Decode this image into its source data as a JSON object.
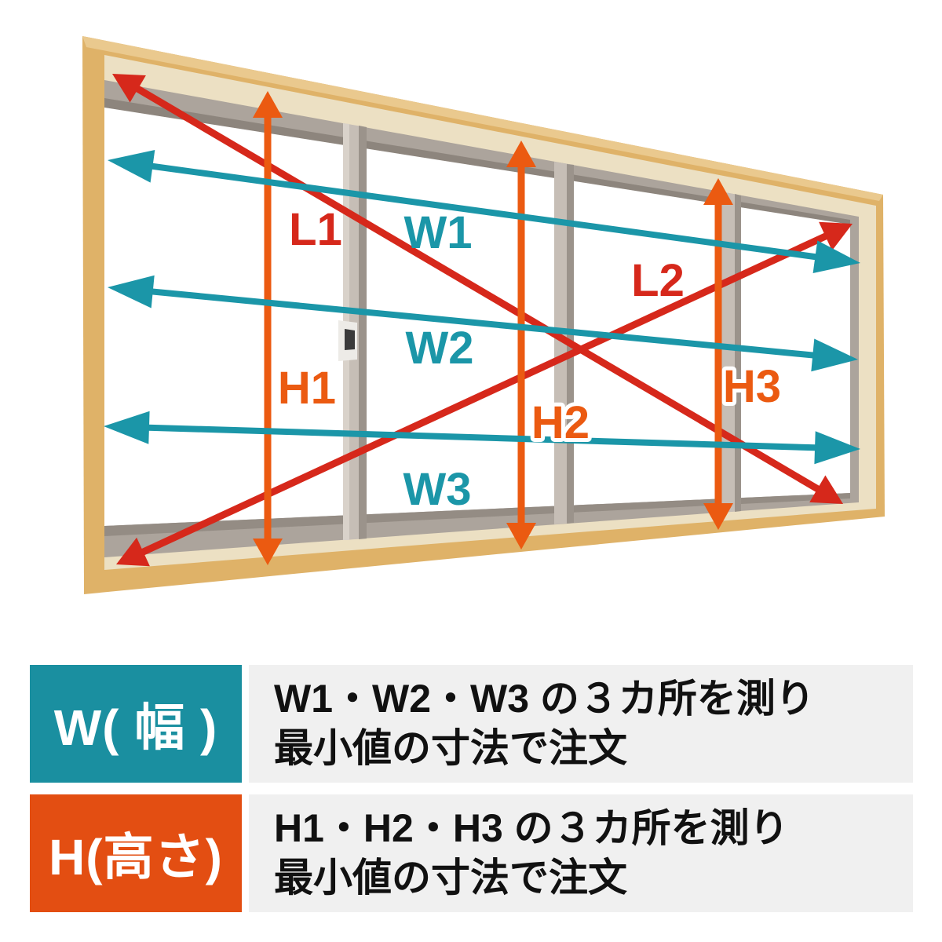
{
  "diagram": {
    "labels": {
      "w1": "W1",
      "w2": "W2",
      "w3": "W3",
      "h1": "H1",
      "h2": "H2",
      "h3": "H3",
      "l1": "L1",
      "l2": "L2"
    },
    "colors": {
      "width_arrow": "#1B96A8",
      "height_arrow": "#EB5A11",
      "diagonal_arrow": "#D6281B",
      "frame_wood": "#DFB268",
      "frame_wood_top": "#EAC98E",
      "frame_liner": "#ECE0C3",
      "frame_track": "#ACA49C",
      "glass": "#FFFFFF"
    }
  },
  "legend": {
    "rows": [
      {
        "key": "W( 幅 )",
        "key_bg": "#1A8FA0",
        "key_fg": "#FFFFFF",
        "desc_bg": "#F0F0F0",
        "line1": "W1・W2・W3 の３カ所を測り",
        "line2": "最小値の寸法で注文"
      },
      {
        "key": "H(高さ)",
        "key_bg": "#E34E12",
        "key_fg": "#FFFFFF",
        "desc_bg": "#F0F0F0",
        "line1": "H1・H2・H3 の３カ所を測り",
        "line2": "最小値の寸法で注文"
      }
    ]
  }
}
